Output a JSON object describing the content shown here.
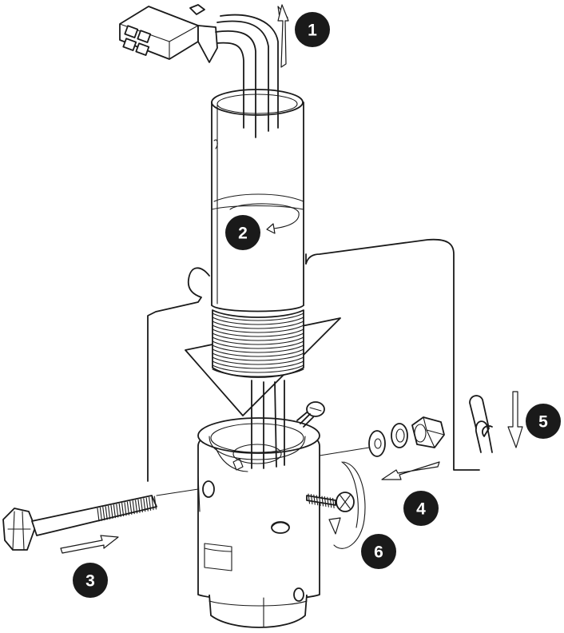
{
  "diagram": {
    "steps": [
      {
        "id": "1",
        "label": "1"
      },
      {
        "id": "2",
        "label": "2"
      },
      {
        "id": "3",
        "label": "3"
      },
      {
        "id": "4",
        "label": "4"
      },
      {
        "id": "5",
        "label": "5"
      },
      {
        "id": "6",
        "label": "6"
      }
    ],
    "colors": {
      "line": "#1a1a1a",
      "badge": "#1a1a1a",
      "badge_text": "#ffffff",
      "background": "#ffffff"
    }
  }
}
